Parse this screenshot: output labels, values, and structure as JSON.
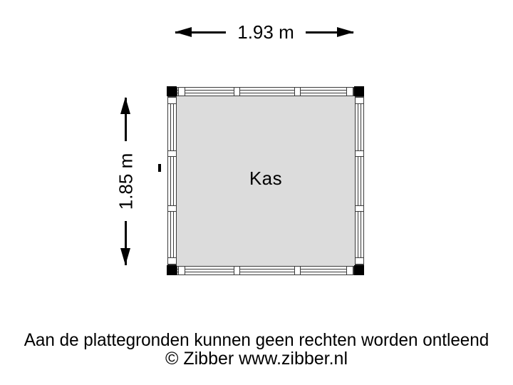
{
  "plan": {
    "room_label": "Kas",
    "width_dimension": "1.93 m",
    "height_dimension": "1.85 m"
  },
  "footer": {
    "disclaimer": "Aan de plattegronden kunnen geen rechten worden ontleend",
    "copyright": "© Zibber www.zibber.nl"
  },
  "colors": {
    "background": "#ffffff",
    "interior_fill": "#dcdcdc",
    "wall_line": "#3a3a3a",
    "corner_post": "#000000",
    "text": "#000000"
  }
}
